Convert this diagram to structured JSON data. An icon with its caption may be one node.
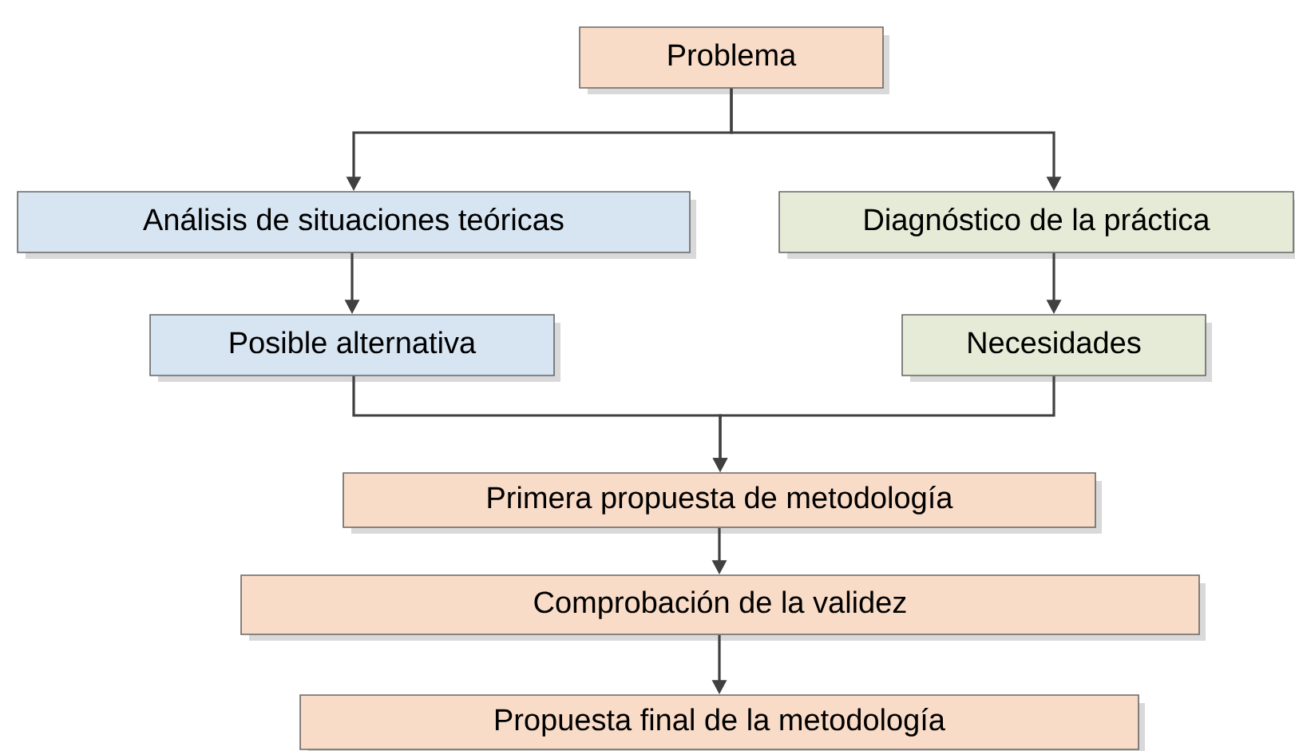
{
  "diagram": {
    "nodes": [
      {
        "text": [
          "Problema"
        ]
      },
      {
        "text": [
          "Análisis de situaciones teóricas"
        ]
      },
      {
        "text": [
          "Diagnóstico de la práctica"
        ]
      },
      {
        "text": [
          "Posible alternativa"
        ]
      },
      {
        "text": [
          "Necesidades"
        ]
      },
      {
        "text": [
          "Primera propuesta de metodología"
        ]
      },
      {
        "text": [
          "Comprobación de la  validez"
        ]
      },
      {
        "text": [
          "Propuesta final de la metodología"
        ]
      }
    ],
    "edges": [
      {
        "from": 0,
        "to": 1,
        "arrow": "to"
      },
      {
        "from": 0,
        "to": 2,
        "arrow": "to"
      },
      {
        "from": 1,
        "to": 3,
        "arrow": "to"
      },
      {
        "from": 2,
        "to": 4,
        "arrow": "to"
      },
      {
        "from": 3,
        "to": 5,
        "arrow": "to"
      },
      {
        "from": 4,
        "to": 5,
        "arrow": "to"
      },
      {
        "from": 5,
        "to": 6,
        "arrow": "to"
      },
      {
        "from": 6,
        "to": 7,
        "arrow": "to"
      }
    ]
  }
}
